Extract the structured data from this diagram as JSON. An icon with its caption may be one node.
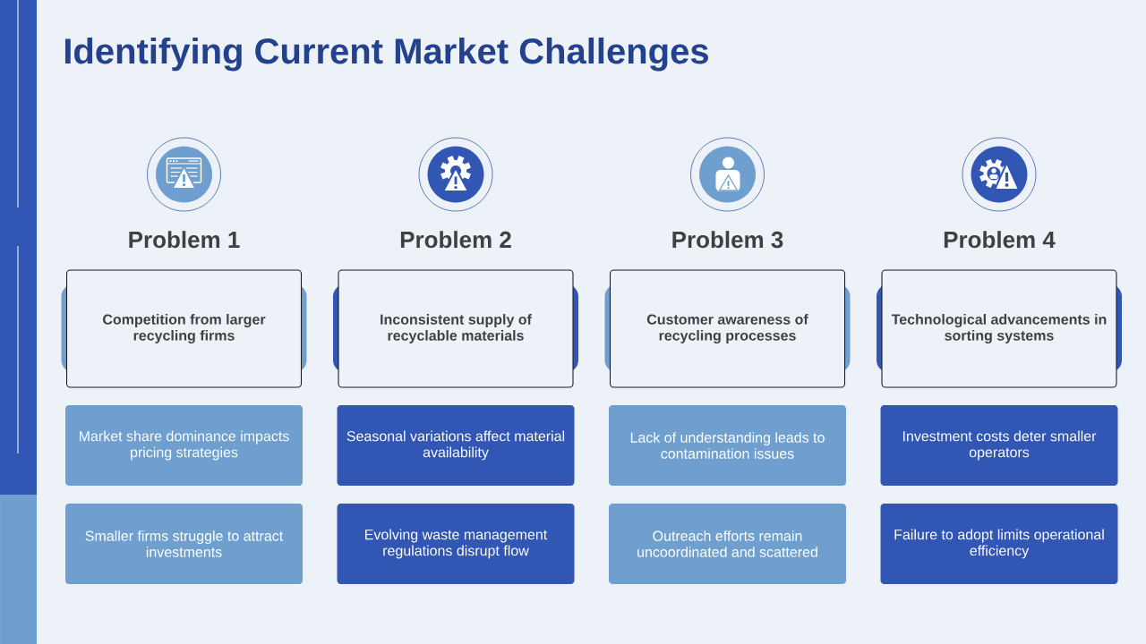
{
  "diagram": {
    "title": "Identifying Current Market Challenges",
    "nodes": [
      {
        "text": [
          "Problem 1",
          "Competition from larger recycling firms"
        ]
      },
      {
        "text": [
          "Market share dominance impacts pricing strategies"
        ]
      },
      {
        "text": [
          "Smaller firms struggle to attract investments"
        ]
      },
      {
        "text": [
          "Problem 2",
          "Inconsistent supply of recyclable materials"
        ]
      },
      {
        "text": [
          "Seasonal variations affect material availability"
        ]
      },
      {
        "text": [
          "Evolving waste management regulations disrupt flow"
        ]
      },
      {
        "text": [
          "Problem 3",
          "Customer awareness of recycling processes"
        ]
      },
      {
        "text": [
          "Lack of understanding leads to contamination issues"
        ]
      },
      {
        "text": [
          "Outreach efforts remain uncoordinated and scattered"
        ]
      },
      {
        "text": [
          "Problem 4",
          "Technological advancements in sorting systems"
        ]
      },
      {
        "text": [
          "Investment costs deter smaller operators"
        ]
      },
      {
        "text": [
          "Failure to adopt limits operational efficiency"
        ]
      }
    ]
  }
}
